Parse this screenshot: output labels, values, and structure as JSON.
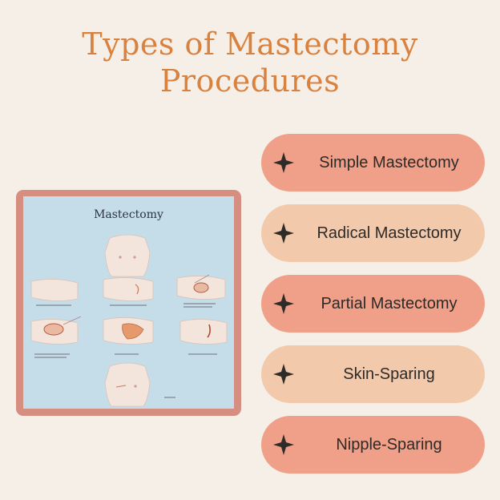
{
  "title": {
    "line1": "Types of Mastectomy",
    "line2": "Procedures"
  },
  "colors": {
    "background": "#f6efe8",
    "title": "#d9823f",
    "pill_coral": "#f0a089",
    "pill_peach": "#f2c9ab",
    "frame": "#d58e7f",
    "poster_bg": "#c5dde8",
    "star": "#2e2b29"
  },
  "poster": {
    "heading": "Mastectomy"
  },
  "items": [
    {
      "label": "Simple Mastectomy",
      "icon": "four-point-star-icon",
      "color": "#f0a089"
    },
    {
      "label": "Radical Mastectomy",
      "icon": "four-point-star-icon",
      "color": "#f2c9ab"
    },
    {
      "label": "Partial Mastectomy",
      "icon": "four-point-star-icon",
      "color": "#f0a089"
    },
    {
      "label": "Skin-Sparing",
      "icon": "four-point-star-icon",
      "color": "#f2c9ab"
    },
    {
      "label": "Nipple-Sparing",
      "icon": "four-point-star-icon",
      "color": "#f0a089"
    }
  ]
}
